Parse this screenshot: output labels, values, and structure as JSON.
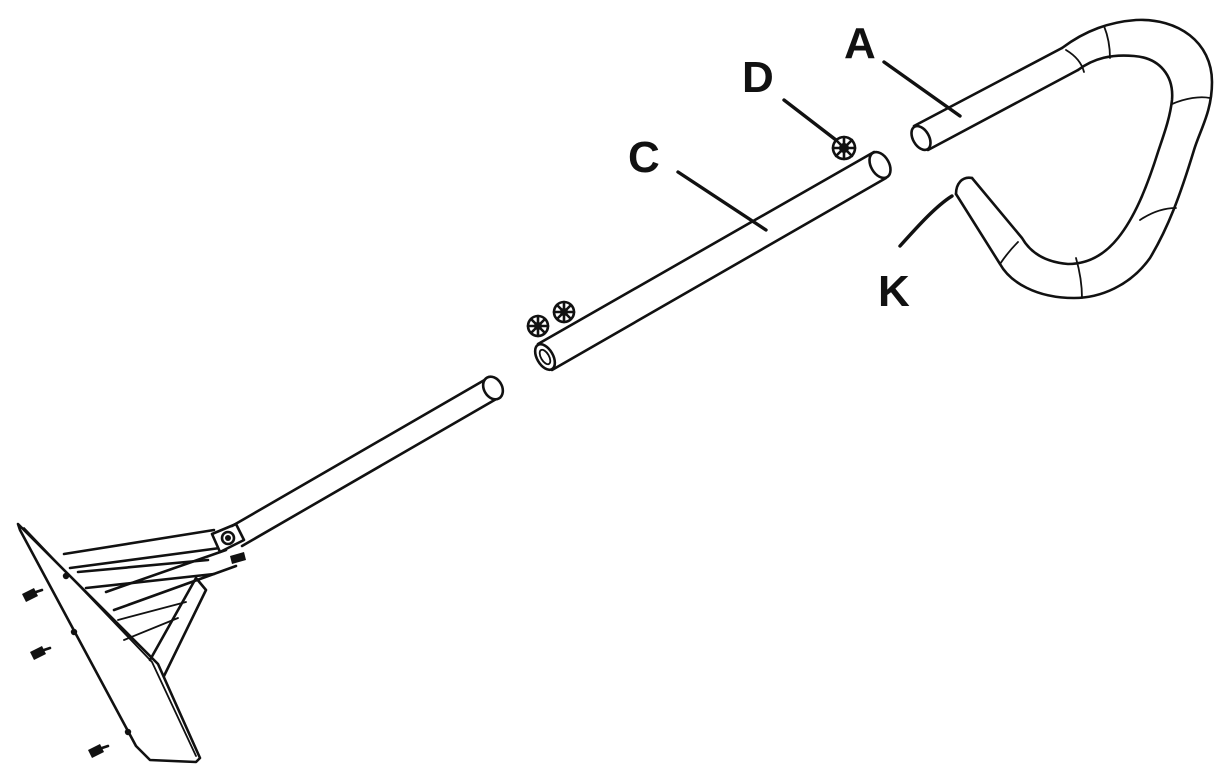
{
  "diagram": {
    "labels": {
      "a": "A",
      "c": "C",
      "d": "D",
      "k": "K"
    },
    "icons": [
      "bolt-icon",
      "wing-nut-icon",
      "screw-icon"
    ],
    "ink_color": "#111111"
  }
}
